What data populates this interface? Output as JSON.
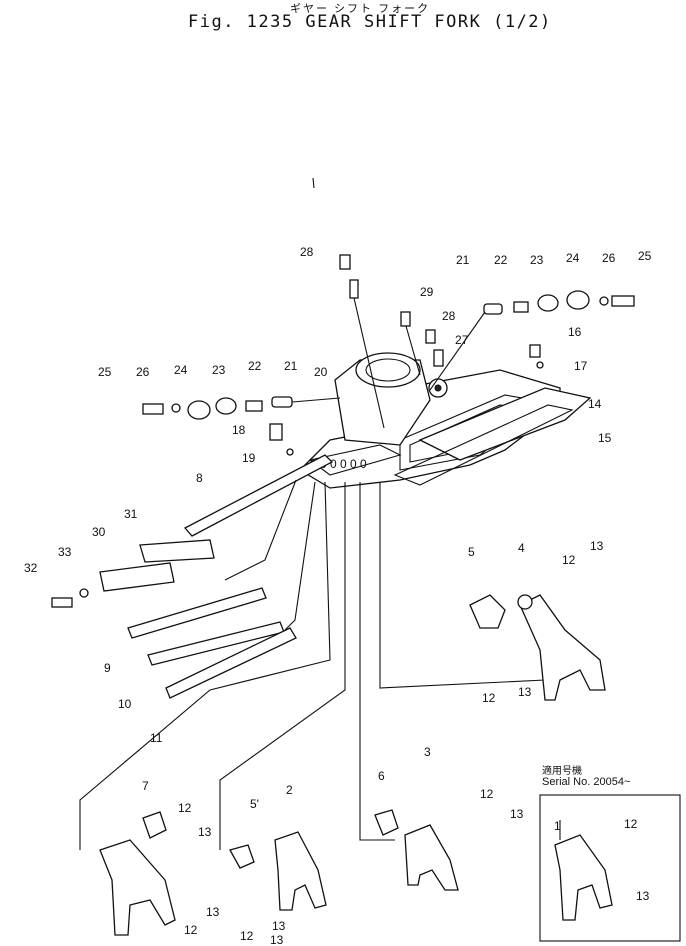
{
  "header": {
    "title_jp": "ギヤー シフト フォーク",
    "title": "Fig. 1235  GEAR SHIFT FORK (1/2)"
  },
  "inset": {
    "label_jp": "適用号機",
    "serial": "Serial No. 20054~"
  },
  "callouts": [
    "28",
    "29",
    "28",
    "27",
    "21",
    "22",
    "23",
    "24",
    "26",
    "25",
    "16",
    "17",
    "14",
    "15",
    "25",
    "26",
    "24",
    "23",
    "22",
    "21",
    "20",
    "18",
    "19",
    "8",
    "31",
    "30",
    "33",
    "32",
    "9",
    "10",
    "11",
    "5",
    "4",
    "12",
    "13",
    "12",
    "13",
    "7",
    "12",
    "13",
    "12",
    "13",
    "5'",
    "2",
    "13",
    "12",
    "13",
    "6",
    "3",
    "12",
    "13",
    "1",
    "12",
    "13"
  ],
  "colors": {
    "ink": "#111111",
    "paper": "#ffffff"
  }
}
